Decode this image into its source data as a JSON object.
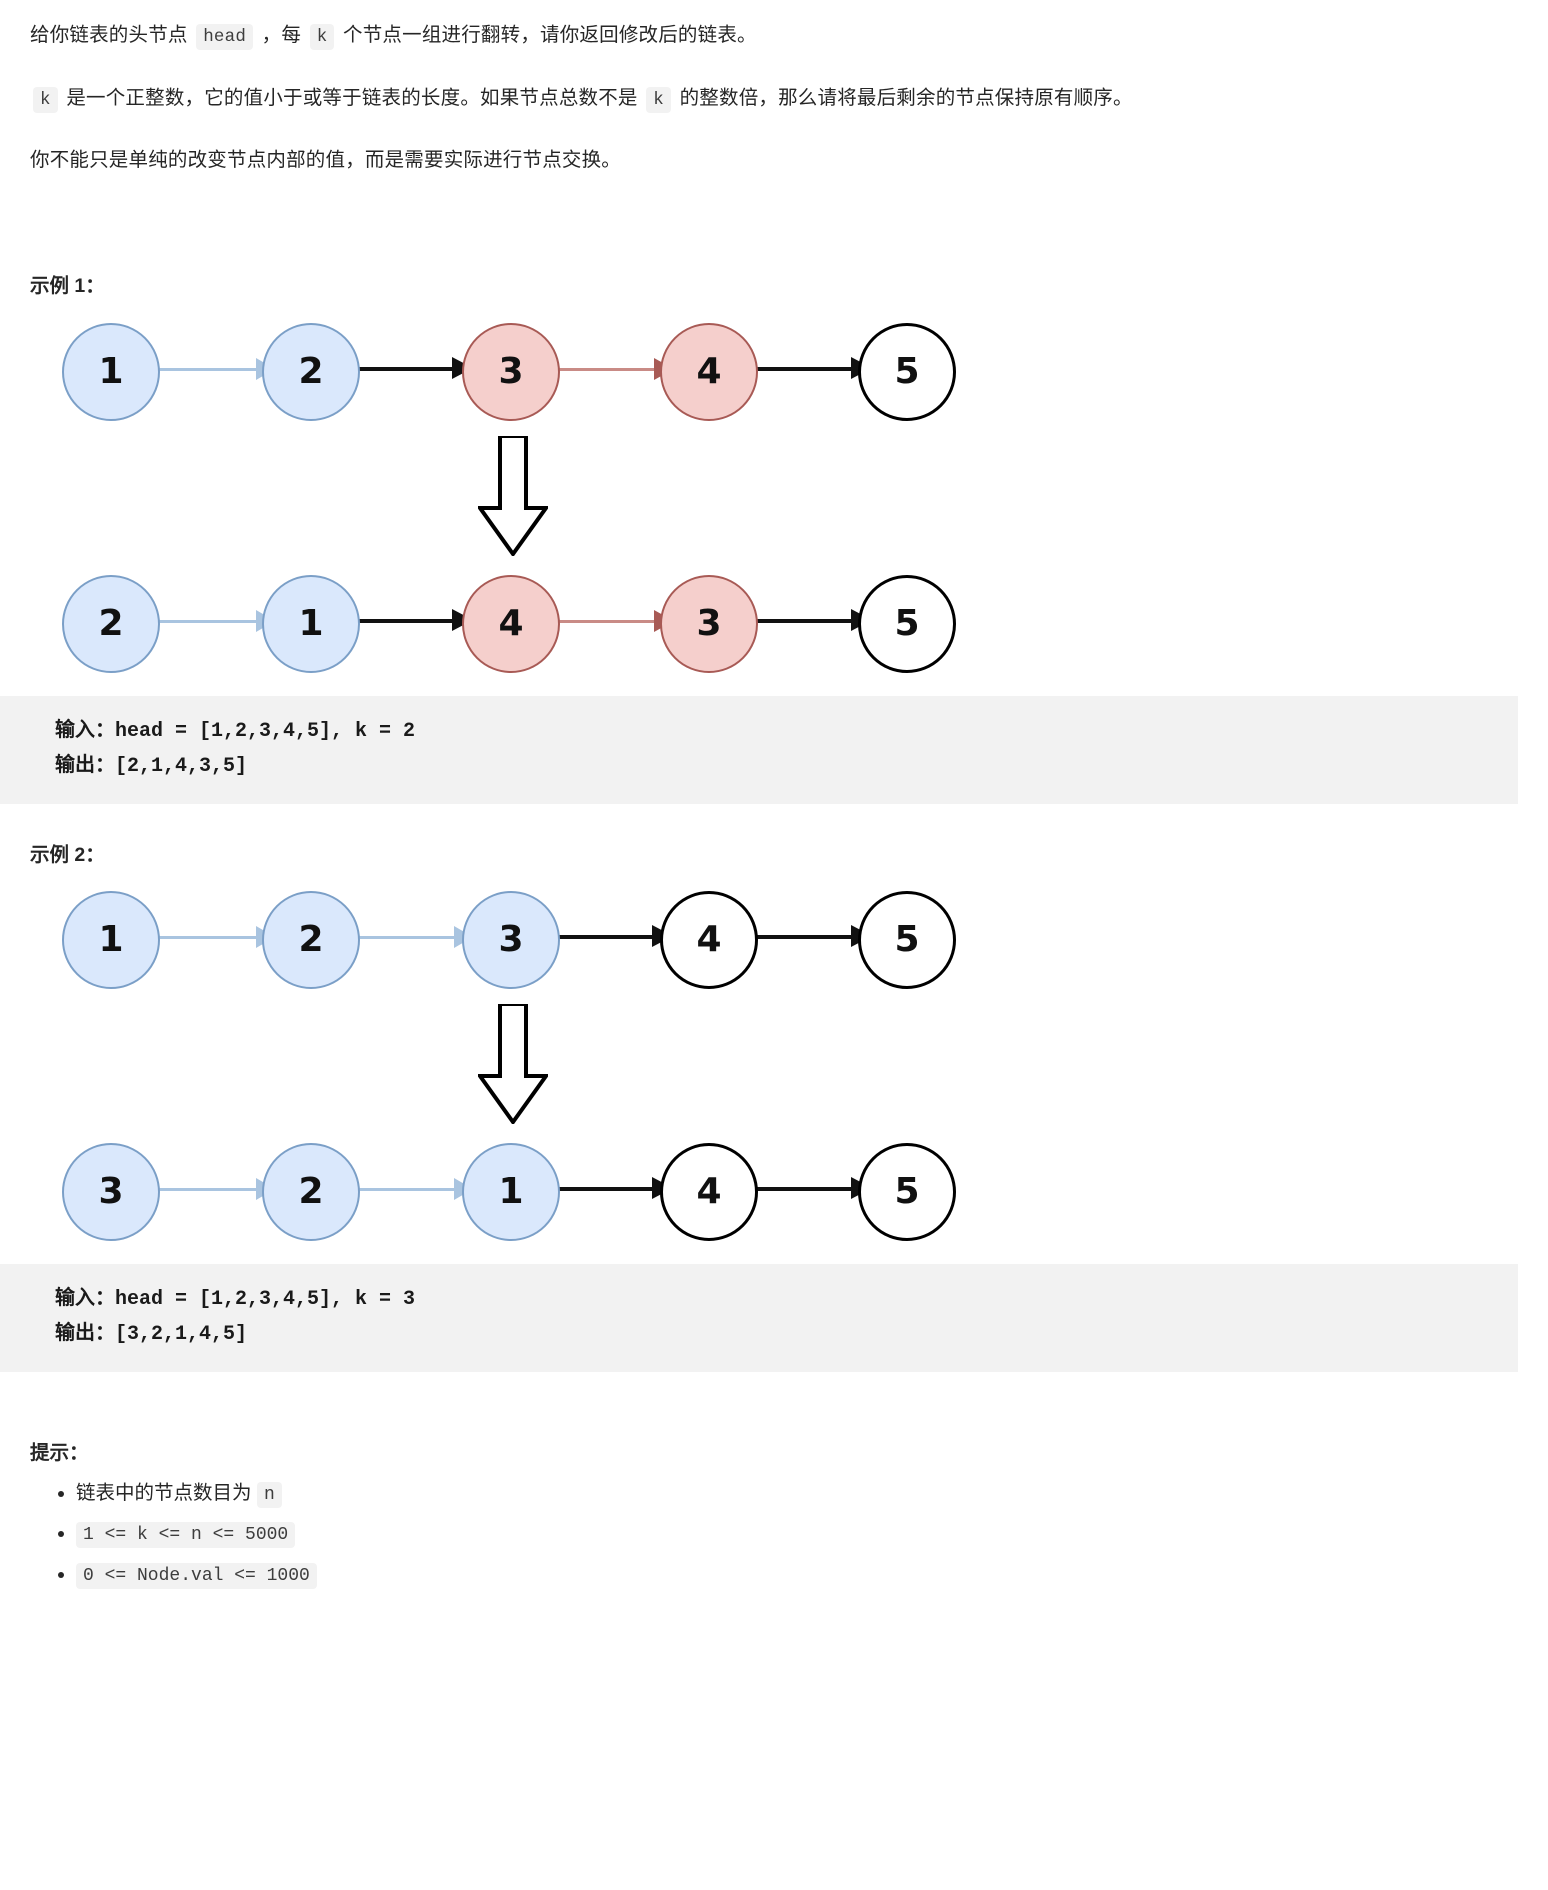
{
  "description": {
    "p1_a": "给你链表的头节点",
    "p1_code1": "head",
    "p1_b": "，每",
    "p1_code2": "k",
    "p1_c": "个节点一组进行翻转，请你返回修改后的链表。",
    "p2_code1": "k",
    "p2_a": "是一个正整数，它的值小于或等于链表的长度。如果节点总数不是",
    "p2_code2": "k",
    "p2_b": "的整数倍，那么请将最后剩余的节点保持原有顺序。",
    "p3": "你不能只是单纯的改变节点内部的值，而是需要实际进行节点交换。"
  },
  "example1": {
    "title": "示例 1：",
    "before_nodes": [
      {
        "value": "1",
        "style": "blue"
      },
      {
        "value": "2",
        "style": "blue"
      },
      {
        "value": "3",
        "style": "pink"
      },
      {
        "value": "4",
        "style": "pink"
      },
      {
        "value": "5",
        "style": "white"
      }
    ],
    "before_edges": [
      "blue",
      "black",
      "pink-black",
      "black"
    ],
    "after_nodes": [
      {
        "value": "2",
        "style": "blue"
      },
      {
        "value": "1",
        "style": "blue"
      },
      {
        "value": "4",
        "style": "pink"
      },
      {
        "value": "3",
        "style": "pink"
      },
      {
        "value": "5",
        "style": "white"
      }
    ],
    "input_line": "输入：head = [1,2,3,4,5], k = 2",
    "output_line": "输出：[2,1,4,3,5]"
  },
  "example2": {
    "title": "示例 2：",
    "before_nodes": [
      {
        "value": "1",
        "style": "blue"
      },
      {
        "value": "2",
        "style": "blue"
      },
      {
        "value": "3",
        "style": "blue"
      },
      {
        "value": "4",
        "style": "white"
      },
      {
        "value": "5",
        "style": "white"
      }
    ],
    "after_nodes": [
      {
        "value": "3",
        "style": "blue"
      },
      {
        "value": "2",
        "style": "blue"
      },
      {
        "value": "1",
        "style": "blue"
      },
      {
        "value": "4",
        "style": "white"
      },
      {
        "value": "5",
        "style": "white"
      }
    ],
    "input_line": "输入：head = [1,2,3,4,5], k = 3",
    "output_line": "输出：[3,2,1,4,5]"
  },
  "hints": {
    "title": "提示：",
    "items": [
      {
        "text": "链表中的节点数目为",
        "code": "n",
        "code_only": false
      },
      {
        "text": "",
        "code": "1 <= k <= n <= 5000",
        "code_only": true
      },
      {
        "text": "",
        "code": "0 <= Node.val <= 1000",
        "code_only": true
      }
    ]
  },
  "colors": {
    "blue_fill": "#dae8fc",
    "blue_border": "#7b9fc7",
    "pink_fill": "#f5cfcc",
    "pink_border": "#a85a55",
    "white_fill": "#ffffff",
    "black_border": "#000000",
    "blue_arrow": "#a9c4e0",
    "black_arrow": "#111111",
    "code_bg": "#f2f2f2"
  }
}
